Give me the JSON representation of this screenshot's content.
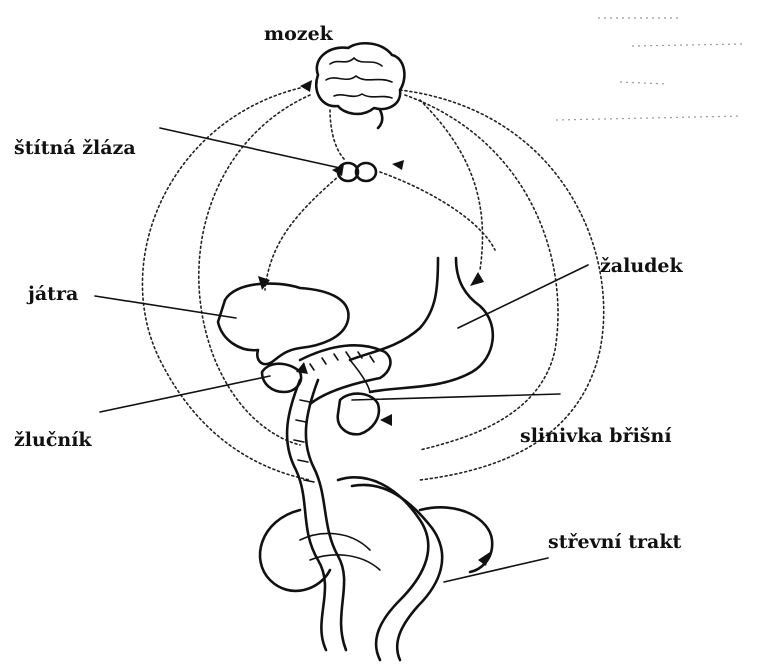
{
  "labels": {
    "brain": "mozek",
    "thyroid": "štítná žláza",
    "liver": "játra",
    "gallbladder": "žlučník",
    "stomach": "žaludek",
    "pancreas": "slinivka břišní",
    "intestine": "střevní trakt"
  },
  "colors": {
    "ink": "#111111",
    "background": "#ffffff"
  }
}
